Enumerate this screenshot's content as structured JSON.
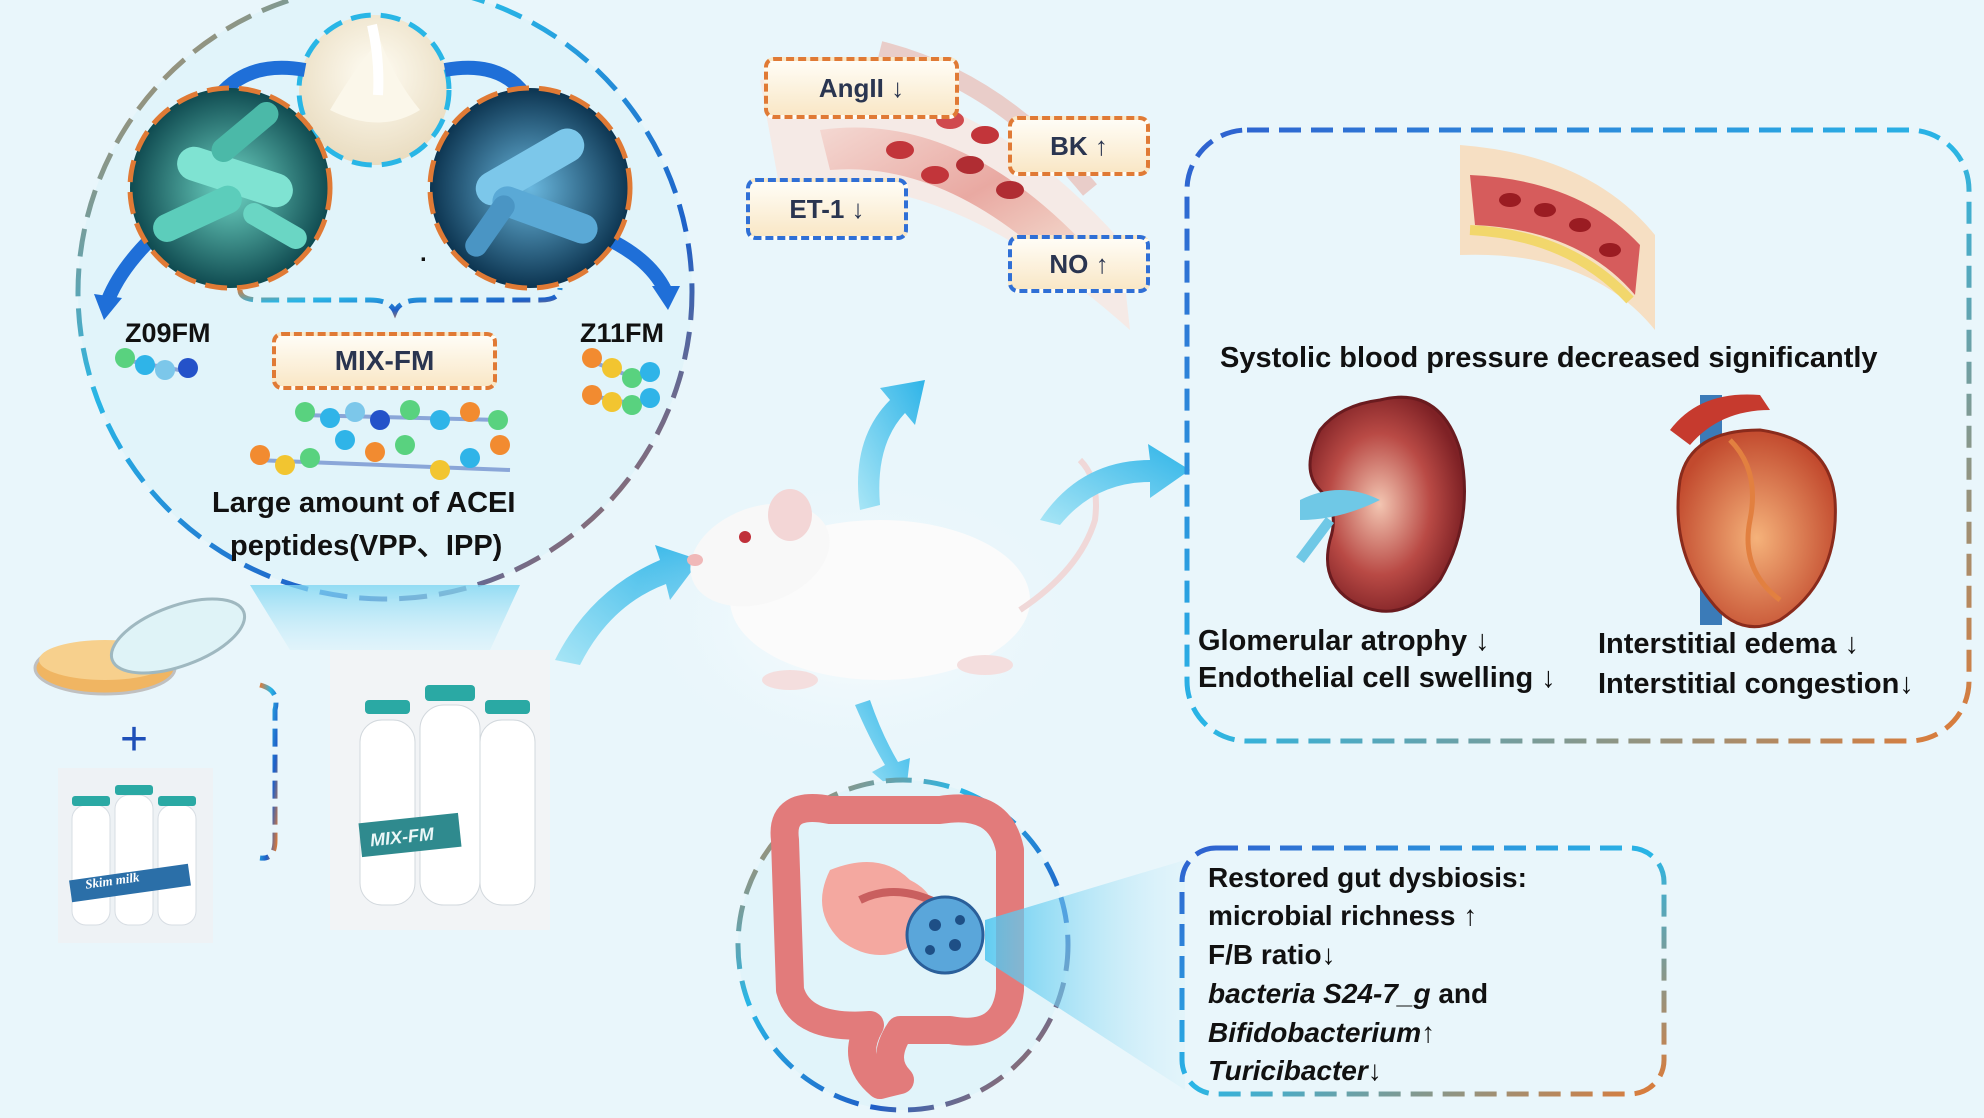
{
  "colors": {
    "background": "#e9f6fb",
    "dash_blue": "#2f6fd6",
    "dash_orange": "#e07a35",
    "dash_cyan": "#29b6e6",
    "arrow_blue": "#1f6fd8",
    "arrow_cyan": "#3ec3ea"
  },
  "fermentation": {
    "strain_left": "Z09FM",
    "strain_right": "Z11FM",
    "mix_label": "MIX-FM",
    "peptides_line1": "Large amount of ACEI",
    "peptides_line2": "peptides(VPP、IPP)",
    "center_dot": ".",
    "bottle_label": "MIX-FM",
    "skim_milk_label": "Skim milk",
    "plus": "+"
  },
  "vessel_markers": {
    "angii": "AngII ↓",
    "bk": "BK ↑",
    "et1": "ET-1 ↓",
    "no": "NO ↑"
  },
  "effects_box": {
    "blood_pressure": "Systolic blood pressure decreased significantly",
    "kidney_line1": "Glomerular atrophy ↓",
    "kidney_line2": "Endothelial cell swelling ↓",
    "heart_line1": "Interstitial edema ↓",
    "heart_line2": "Interstitial congestion↓"
  },
  "gut_box": {
    "line1": "Restored gut dysbiosis:",
    "line2": "microbial richness ↑",
    "line3": "F/B ratio↓",
    "line4_italic": "bacteria S24-7_g",
    "line4_rest": " and",
    "line5_italic": "Bifidobacterium",
    "line5_rest": "↑",
    "line6_italic": "Turicibacter",
    "line6_rest": "↓"
  }
}
